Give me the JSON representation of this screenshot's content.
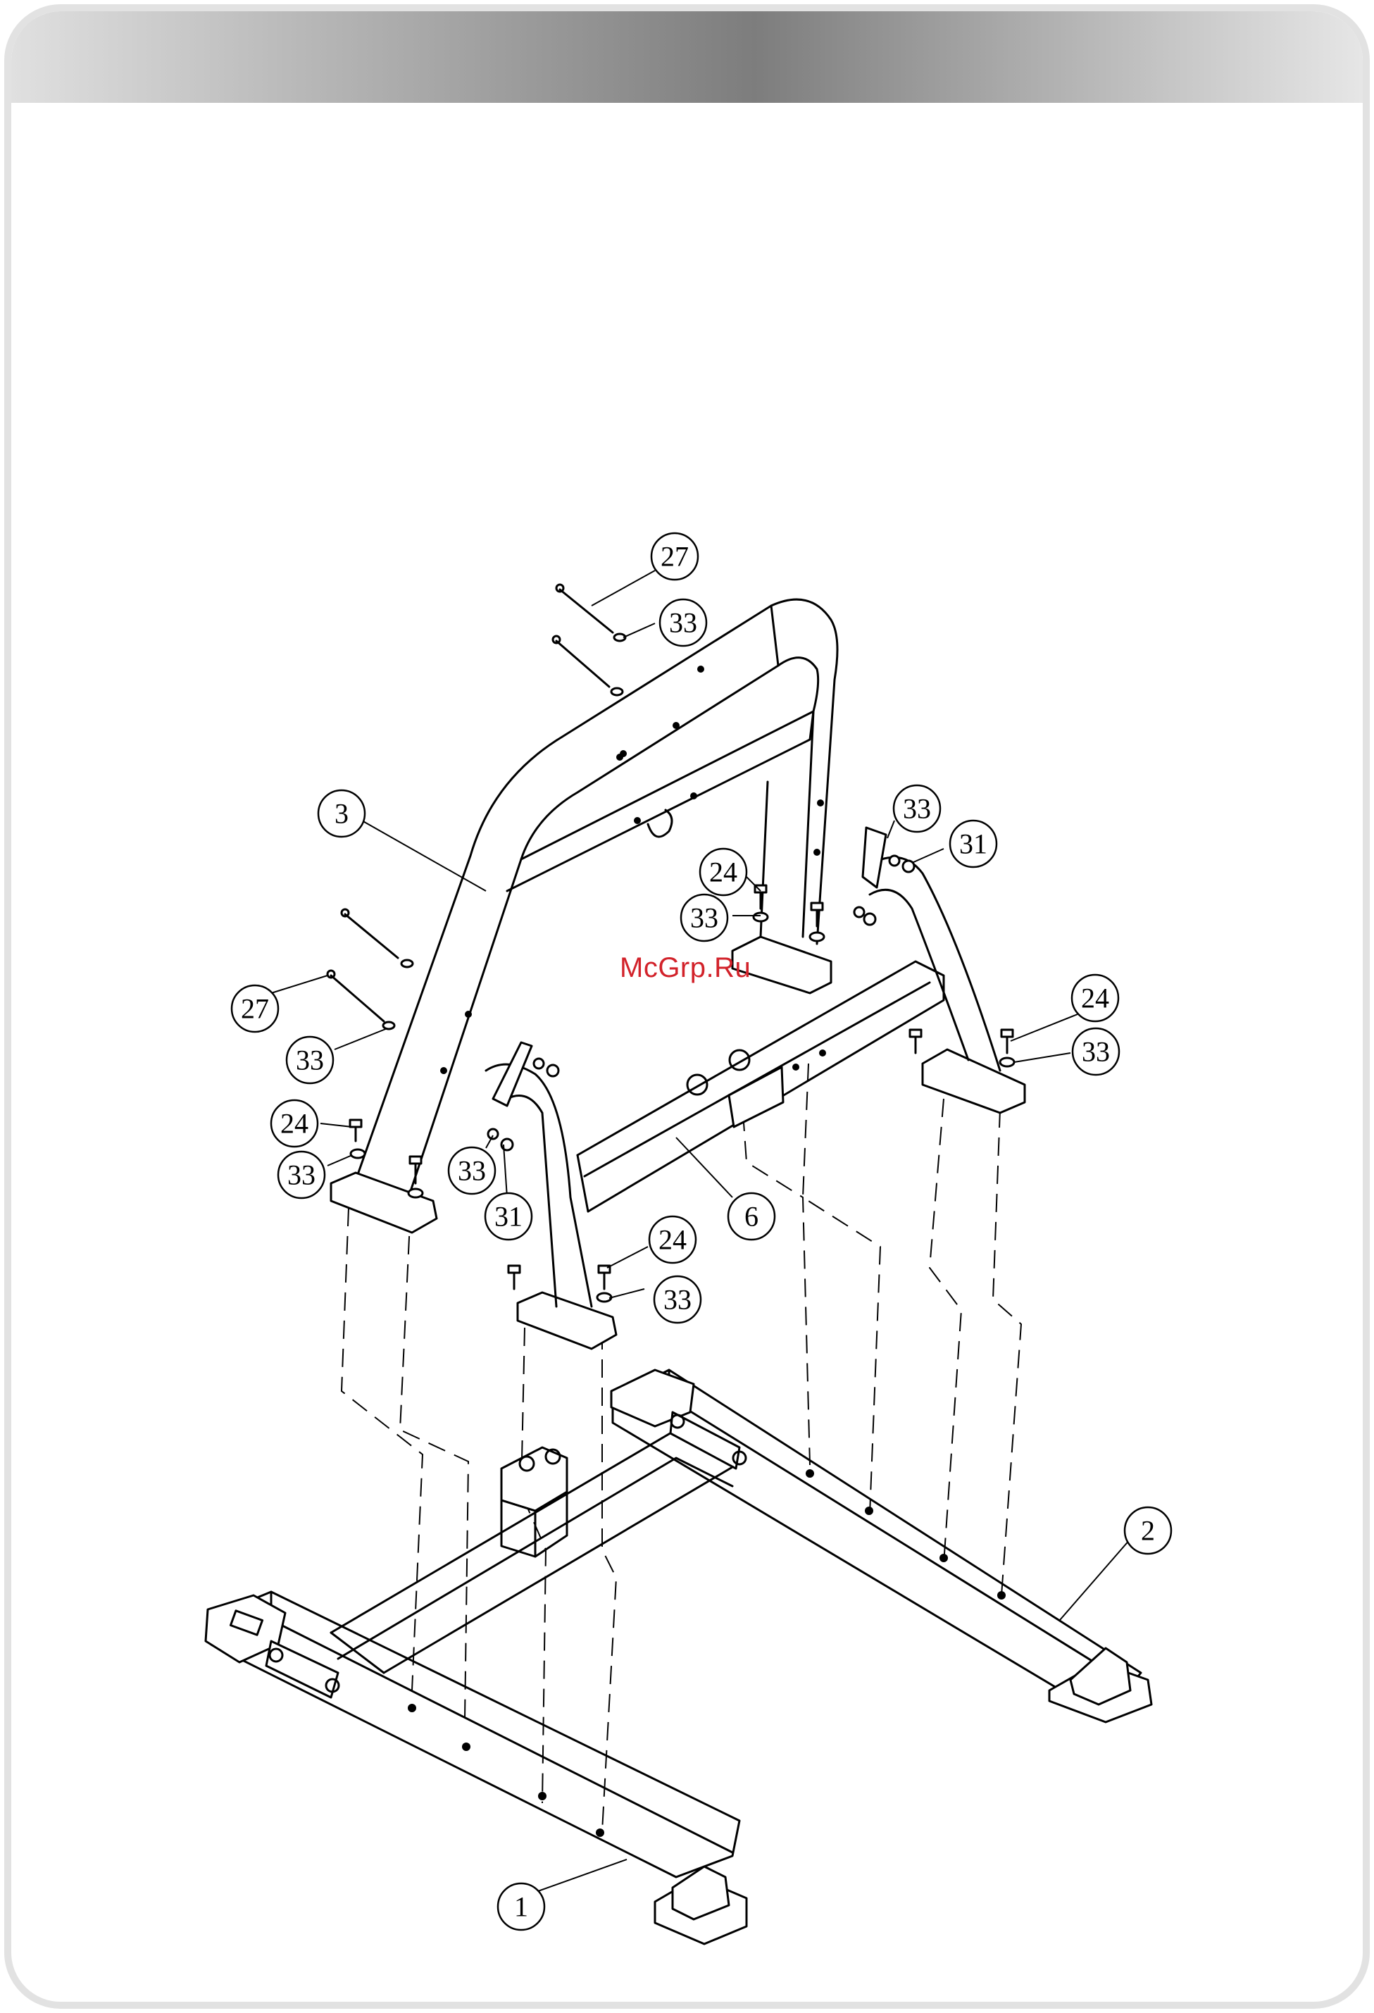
{
  "watermark": "McGrp.Ru",
  "callouts": [
    {
      "label": "27"
    },
    {
      "label": "33"
    },
    {
      "label": "3"
    },
    {
      "label": "33"
    },
    {
      "label": "31"
    },
    {
      "label": "24"
    },
    {
      "label": "33"
    },
    {
      "label": "27"
    },
    {
      "label": "33"
    },
    {
      "label": "24"
    },
    {
      "label": "33"
    },
    {
      "label": "24"
    },
    {
      "label": "33"
    },
    {
      "label": "33"
    },
    {
      "label": "31"
    },
    {
      "label": "6"
    },
    {
      "label": "24"
    },
    {
      "label": "33"
    },
    {
      "label": "2"
    },
    {
      "label": "1"
    }
  ]
}
